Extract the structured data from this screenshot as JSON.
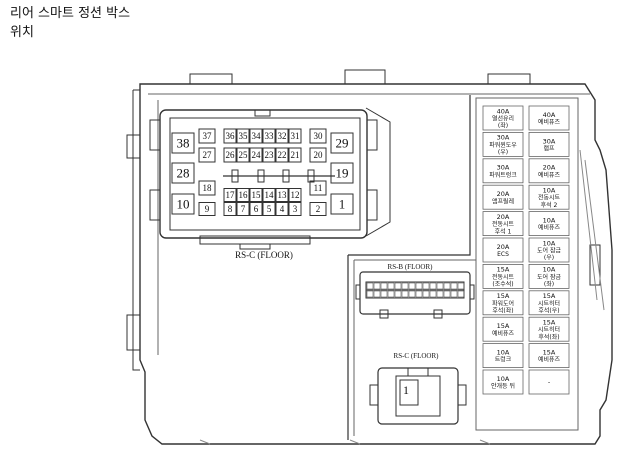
{
  "header": {
    "title": "리어 스마트 정션 박스",
    "subtitle": "위치"
  },
  "connectors": {
    "rs_c_large_label": "RS-C (FLOOR)",
    "rs_b_label": "RS-B (FLOOR)",
    "rs_c_small_label": "RS-C (FLOOR)",
    "rs_c_small_pin": "1"
  },
  "rs_c_large": {
    "large_pins": [
      "38",
      "28",
      "10",
      "29",
      "19",
      "1"
    ],
    "top_row": [
      "37",
      "36",
      "35",
      "34",
      "33",
      "32",
      "31",
      "30"
    ],
    "second_row": [
      "27",
      "26",
      "25",
      "24",
      "23",
      "22",
      "21",
      "20"
    ],
    "mid_row": [
      "18",
      "11"
    ],
    "row_17_12": [
      "17",
      "16",
      "15",
      "14",
      "13",
      "12"
    ],
    "bottom_row": [
      "9",
      "8",
      "7",
      "6",
      "5",
      "4",
      "3",
      "2"
    ]
  },
  "fuses": [
    {
      "amp": "40A",
      "name": "열선유리",
      "sub": "(좌)"
    },
    {
      "amp": "40A",
      "name": "예비퓨즈",
      "sub": ""
    },
    {
      "amp": "30A",
      "name": "파워윈도우",
      "sub": "(우)"
    },
    {
      "amp": "30A",
      "name": "램프",
      "sub": ""
    },
    {
      "amp": "30A",
      "name": "파워트렁크",
      "sub": ""
    },
    {
      "amp": "20A",
      "name": "예비퓨즈",
      "sub": ""
    },
    {
      "amp": "20A",
      "name": "앰프릴레",
      "sub": ""
    },
    {
      "amp": "10A",
      "name": "전동시트",
      "sub": "후석 2"
    },
    {
      "amp": "20A",
      "name": "전동시트",
      "sub": "후석 1"
    },
    {
      "amp": "10A",
      "name": "예비퓨즈",
      "sub": ""
    },
    {
      "amp": "20A",
      "name": "ECS",
      "sub": ""
    },
    {
      "amp": "10A",
      "name": "도어 잠금",
      "sub": "(우)"
    },
    {
      "amp": "15A",
      "name": "전동시트",
      "sub": "(조수석)"
    },
    {
      "amp": "10A",
      "name": "도어 잠금",
      "sub": "(좌)"
    },
    {
      "amp": "15A",
      "name": "파워도어",
      "sub": "후석(좌)"
    },
    {
      "amp": "15A",
      "name": "시트히터",
      "sub": "후석(우)"
    },
    {
      "amp": "15A",
      "name": "예비퓨즈",
      "sub": ""
    },
    {
      "amp": "15A",
      "name": "시트히터",
      "sub": "후석(좌)"
    },
    {
      "amp": "10A",
      "name": "트렁크",
      "sub": ""
    },
    {
      "amp": "15A",
      "name": "예비퓨즈",
      "sub": ""
    },
    {
      "amp": "10A",
      "name": "안개등 뒤",
      "sub": ""
    },
    {
      "amp": "",
      "name": "",
      "sub": "-"
    }
  ]
}
